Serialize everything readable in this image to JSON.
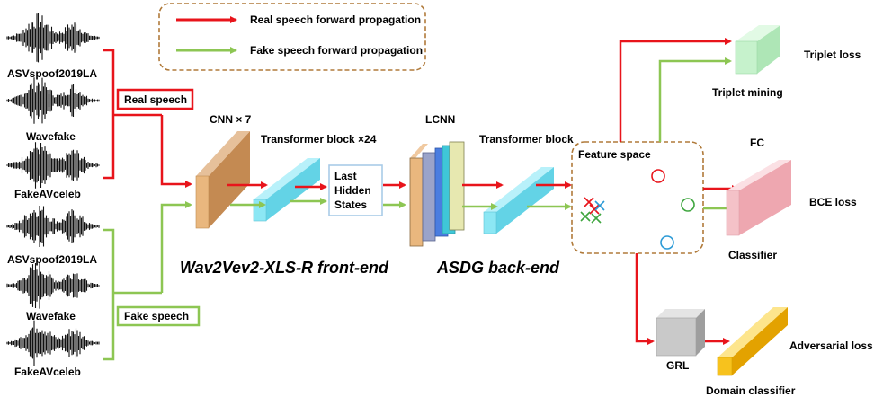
{
  "legend": {
    "real": "Real speech forward propagation",
    "fake": "Fake speech forward propagation"
  },
  "inputs": {
    "real": [
      "ASVspoof2019LA",
      "Wavefake",
      "FakeAVceleb"
    ],
    "fake": [
      "ASVspoof2019LA",
      "Wavefake",
      "FakeAVceleb"
    ],
    "real_box": "Real speech",
    "fake_box": "Fake speech"
  },
  "frontend": {
    "cnn": "CNN × 7",
    "transformer": "Transformer block ×24",
    "hidden": [
      "Last",
      "Hidden",
      "States"
    ],
    "title": "Wav2Vev2-XLS-R front-end"
  },
  "backend": {
    "lcnn": "LCNN",
    "transformer": "Transformer block",
    "title": "ASDG back-end",
    "feature_space": "Feature space"
  },
  "heads": {
    "triplet_loss": "Triplet loss",
    "triplet_mining": "Triplet mining",
    "fc": "FC",
    "bce_loss": "BCE loss",
    "classifier": "Classifier",
    "grl": "GRL",
    "adversarial_loss": "Adversarial loss",
    "domain_classifier": "Domain classifier"
  },
  "colors": {
    "real": "#e8141b",
    "fake": "#8dc653",
    "cnn": "#d9a16a",
    "transformer": "#7fe3f2",
    "triplet": "#c6f2cc",
    "fc": "#f4c2c8",
    "grl": "#c9c9c9",
    "domain": "#f7c21d",
    "dashed": "#b07a3a"
  }
}
